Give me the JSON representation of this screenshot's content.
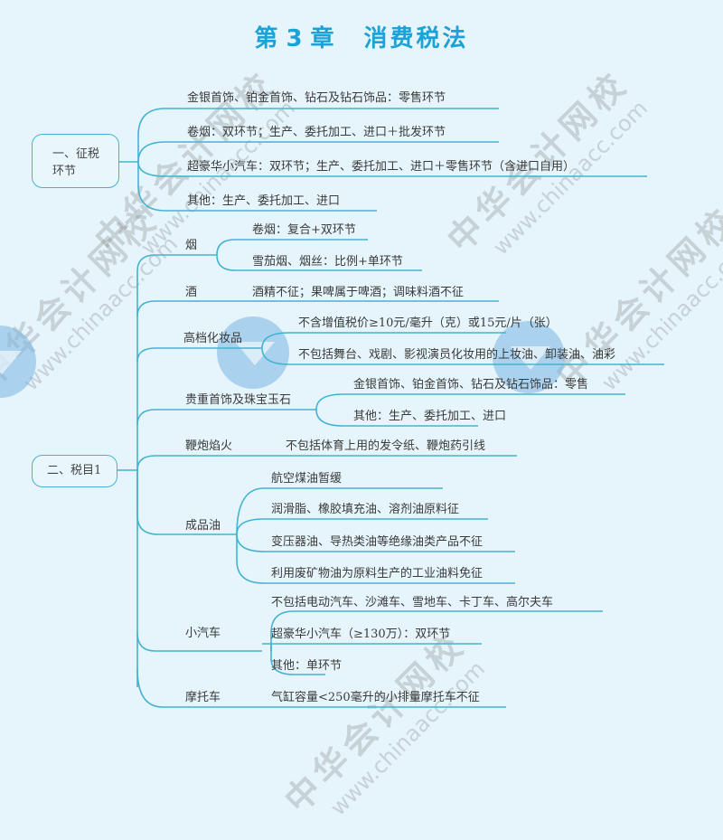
{
  "title": {
    "chapter": "第",
    "number": "3",
    "unit": "章",
    "name": "消费税法"
  },
  "section1": {
    "label_line1": "一、征税",
    "label_line2": "环节",
    "items": [
      "金银首饰、铂金首饰、钻石及钻石饰品：零售环节",
      "卷烟：双环节；生产、委托加工、进口＋批发环节",
      "超豪华小汽车：双环节；生产、委托加工、进口＋零售环节（含进口自用）",
      "其他：生产、委托加工、进口"
    ]
  },
  "section2": {
    "label": "二、税目1",
    "branches": [
      {
        "name": "烟",
        "items": [
          "卷烟：复合+双环节",
          "雪茄烟、烟丝：比例+单环节"
        ]
      },
      {
        "name": "酒",
        "items": [
          "酒精不征；果啤属于啤酒；调味料酒不征"
        ]
      },
      {
        "name": "高档化妆品",
        "items": [
          "不含增值税价≥10元/毫升（克）或15元/片（张）",
          "不包括舞台、戏剧、影视演员化妆用的上妆油、卸装油、油彩"
        ]
      },
      {
        "name": "贵重首饰及珠宝玉石",
        "items": [
          "金银首饰、铂金首饰、钻石及钻石饰品：零售",
          "其他：生产、委托加工、进口"
        ]
      },
      {
        "name": "鞭炮焰火",
        "items": [
          "不包括体育上用的发令纸、鞭炮药引线"
        ]
      },
      {
        "name": "成品油",
        "items": [
          "航空煤油暂缓",
          "润滑脂、橡胶填充油、溶剂油原料征",
          "变压器油、导热类油等绝缘油类产品不征",
          "利用废矿物油为原料生产的工业油料免征"
        ]
      },
      {
        "name": "小汽车",
        "items": [
          "不包括电动汽车、沙滩车、雪地车、卡丁车、高尔夫车",
          "超豪华小汽车（≥130万）：双环节",
          "其他：单环节"
        ]
      },
      {
        "name": "摩托车",
        "items": [
          "气缸容量<250毫升的小排量摩托车不征"
        ]
      }
    ]
  },
  "watermark": {
    "text": "中华会计网校",
    "url": "www.chinaacc.com"
  },
  "colors": {
    "title": "#1da1d6",
    "line": "#45b3cf",
    "background": "#e6f5fc"
  }
}
